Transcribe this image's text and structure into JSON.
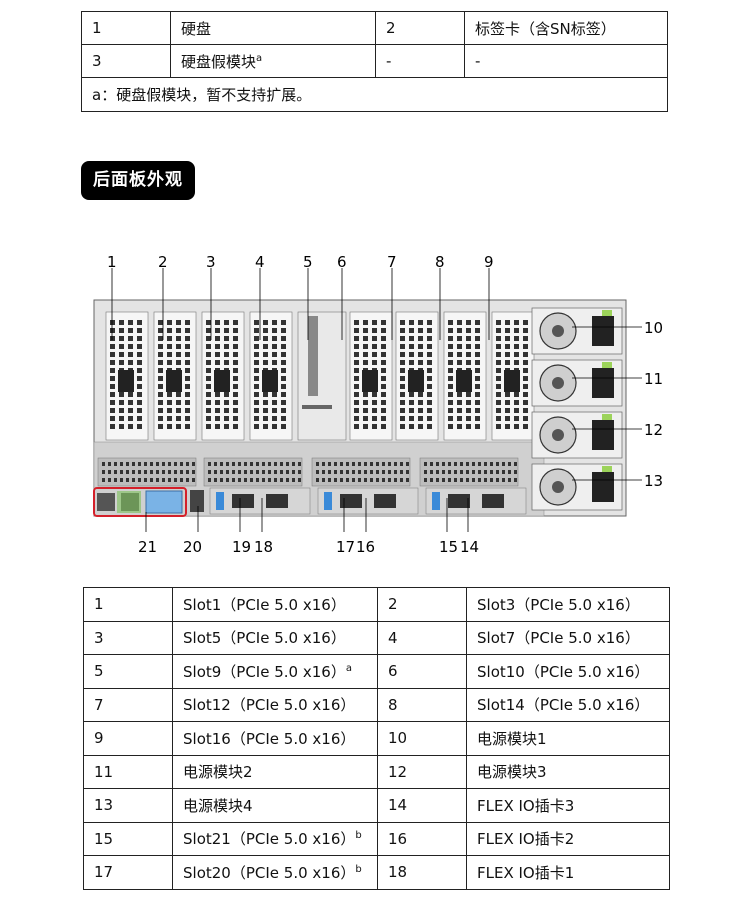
{
  "top_table": {
    "rows": [
      [
        "1",
        "硬盘",
        "2",
        "标签卡（含SN标签）"
      ],
      [
        "3",
        "硬盘假模块",
        "-",
        "-"
      ]
    ],
    "row2_sup": "a",
    "note": "a：硬盘假模块，暂不支持扩展。"
  },
  "section_title": "后面板外观",
  "diagram": {
    "top_labels": [
      "1",
      "2",
      "3",
      "4",
      "5",
      "6",
      "7",
      "8",
      "9"
    ],
    "right_labels": [
      "10",
      "11",
      "12",
      "13"
    ],
    "bottom_labels": [
      "21",
      "20",
      "19",
      "18",
      "17",
      "16",
      "15",
      "14"
    ]
  },
  "bottom_table": {
    "rows": [
      {
        "n1": "1",
        "d1": "Slot1（PCIe 5.0 x16）",
        "s1": "",
        "n2": "2",
        "d2": "Slot3（PCIe 5.0 x16）",
        "s2": ""
      },
      {
        "n1": "3",
        "d1": "Slot5（PCIe 5.0 x16）",
        "s1": "",
        "n2": "4",
        "d2": "Slot7（PCIe 5.0 x16）",
        "s2": ""
      },
      {
        "n1": "5",
        "d1": "Slot9（PCIe 5.0 x16）",
        "s1": "a",
        "n2": "6",
        "d2": "Slot10（PCIe 5.0 x16）",
        "s2": ""
      },
      {
        "n1": "7",
        "d1": "Slot12（PCIe 5.0 x16）",
        "s1": "",
        "n2": "8",
        "d2": "Slot14（PCIe 5.0 x16）",
        "s2": ""
      },
      {
        "n1": "9",
        "d1": "Slot16（PCIe 5.0 x16）",
        "s1": "",
        "n2": "10",
        "d2": "电源模块1",
        "s2": ""
      },
      {
        "n1": "11",
        "d1": "电源模块2",
        "s1": "",
        "n2": "12",
        "d2": "电源模块3",
        "s2": ""
      },
      {
        "n1": "13",
        "d1": "电源模块4",
        "s1": "",
        "n2": "14",
        "d2": "FLEX IO插卡3",
        "s2": ""
      },
      {
        "n1": "15",
        "d1": "Slot21（PCIe 5.0 x16）",
        "s1": "b",
        "n2": "16",
        "d2": "FLEX IO插卡2",
        "s2": ""
      },
      {
        "n1": "17",
        "d1": "Slot20（PCIe 5.0 x16）",
        "s1": "b",
        "n2": "18",
        "d2": "FLEX IO插卡1",
        "s2": ""
      }
    ]
  }
}
